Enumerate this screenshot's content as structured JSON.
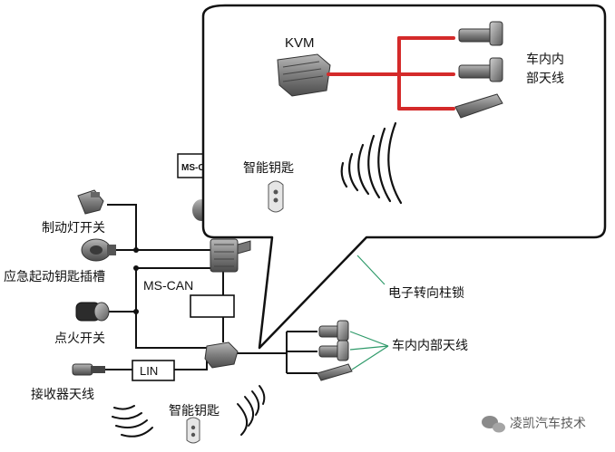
{
  "callout": {
    "kvm_label": "KVM",
    "interior_antenna_label_line1": "车内内",
    "interior_antenna_label_line2": "部天线",
    "smart_key_label": "智能钥匙"
  },
  "left_labels": {
    "brake_light_switch": "制动灯开关",
    "emergency_start_key_slot": "应急起动钥匙插槽",
    "ignition_switch": "点火开关",
    "receiver_antenna": "接收器天线"
  },
  "center": {
    "ms_can_label": "MS-CAN",
    "ms_can_cut_label": "MS-C",
    "lin_label": "LIN",
    "steering_lock_label": "电子转向柱锁",
    "interior_antenna_label": "车内内部天线",
    "smart_key_label": "智能钥匙"
  },
  "watermark": {
    "text": "凌凯汽车技术"
  },
  "colors": {
    "red_wire": "#d42a2a",
    "wire": "#111111",
    "green_leader": "#2f9a6a",
    "component": "#8a8a8a"
  }
}
